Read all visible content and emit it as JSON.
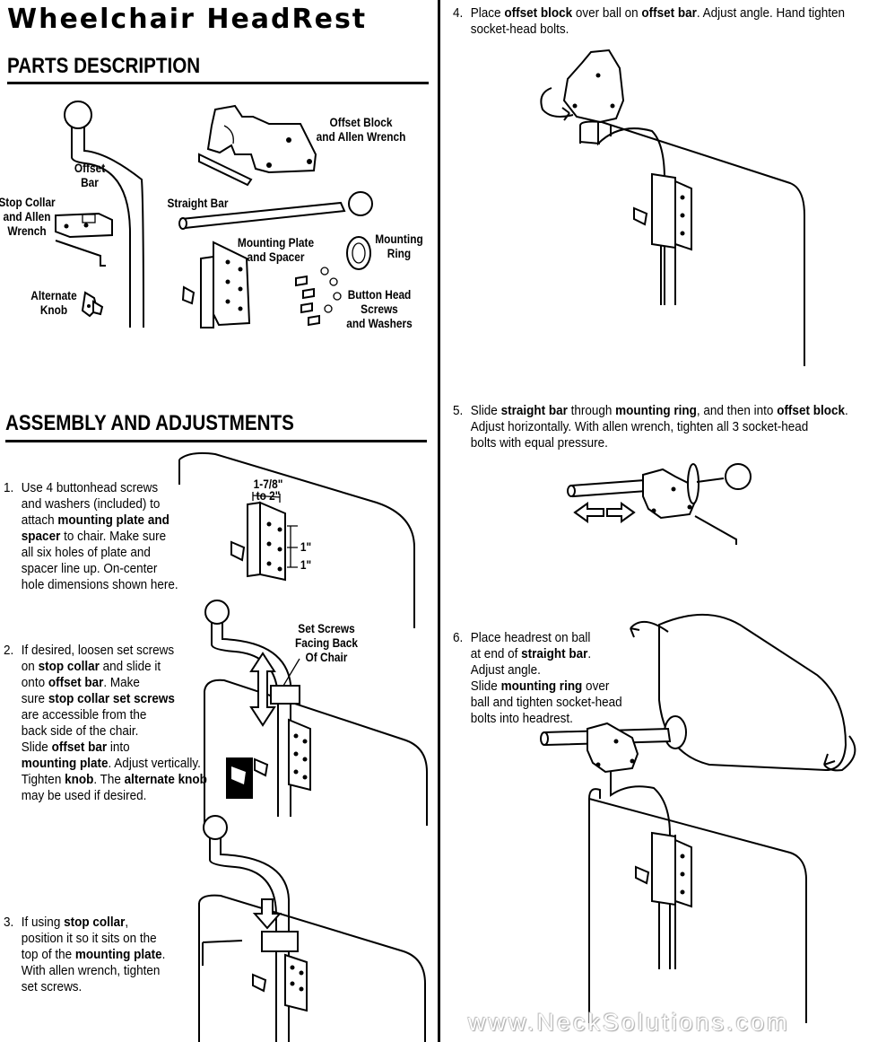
{
  "title": "Wheelchair HeadRest",
  "parts_heading": "PARTS DESCRIPTION",
  "assembly_heading": "ASSEMBLY AND ADJUSTMENTS",
  "parts": {
    "offset_bar": [
      "Offset",
      "Bar"
    ],
    "stop_collar": [
      "Stop Collar",
      "and Allen",
      "Wrench"
    ],
    "alternate_knob": [
      "Alternate",
      "Knob"
    ],
    "offset_block": [
      "Offset Block",
      "and Allen Wrench"
    ],
    "straight_bar": [
      "Straight Bar"
    ],
    "mounting_plate": [
      "Mounting Plate",
      "and Spacer"
    ],
    "mounting_ring": [
      "Mounting",
      "Ring"
    ],
    "button_head": [
      "Button Head",
      "Screws",
      "and Washers"
    ]
  },
  "dims": {
    "width": "1-7/8\"",
    "width2": "to 2\"",
    "h1": "1\"",
    "h2": "1\""
  },
  "set_screws_label": [
    "Set Screws",
    "Facing Back",
    "Of Chair"
  ],
  "steps": [
    {
      "num": "1.",
      "lines": [
        [
          {
            "t": "Use 4 buttonhead screws"
          }
        ],
        [
          {
            "t": "and washers (included) to"
          }
        ],
        [
          {
            "t": "attach "
          },
          {
            "t": "mounting plate and",
            "b": true
          }
        ],
        [
          {
            "t": "spacer",
            "b": true
          },
          {
            "t": " to chair. Make sure"
          }
        ],
        [
          {
            "t": "all six holes of plate and"
          }
        ],
        [
          {
            "t": "spacer line up. On-center"
          }
        ],
        [
          {
            "t": "hole dimensions shown here."
          }
        ]
      ]
    },
    {
      "num": "2.",
      "lines": [
        [
          {
            "t": "If desired, loosen set screws"
          }
        ],
        [
          {
            "t": "on "
          },
          {
            "t": "stop collar",
            "b": true
          },
          {
            "t": " and slide it"
          }
        ],
        [
          {
            "t": "onto "
          },
          {
            "t": "offset bar",
            "b": true
          },
          {
            "t": ". Make"
          }
        ],
        [
          {
            "t": "sure "
          },
          {
            "t": "stop collar set screws",
            "b": true
          }
        ],
        [
          {
            "t": "are accessible from the"
          }
        ],
        [
          {
            "t": "back side of the chair."
          }
        ],
        [
          {
            "t": "Slide "
          },
          {
            "t": "offset bar",
            "b": true
          },
          {
            "t": " into"
          }
        ],
        [
          {
            "t": "mounting plate",
            "b": true
          },
          {
            "t": ". Adjust vertically."
          }
        ],
        [
          {
            "t": "Tighten "
          },
          {
            "t": "knob",
            "b": true
          },
          {
            "t": ". The "
          },
          {
            "t": "alternate knob",
            "b": true
          }
        ],
        [
          {
            "t": "may be used if desired."
          }
        ]
      ]
    },
    {
      "num": "3.",
      "lines": [
        [
          {
            "t": "If using "
          },
          {
            "t": "stop collar",
            "b": true
          },
          {
            "t": ","
          }
        ],
        [
          {
            "t": "position it so it sits on the"
          }
        ],
        [
          {
            "t": "top of the "
          },
          {
            "t": "mounting plate",
            "b": true
          },
          {
            "t": "."
          }
        ],
        [
          {
            "t": "With allen wrench, tighten"
          }
        ],
        [
          {
            "t": "set screws."
          }
        ]
      ]
    },
    {
      "num": "4.",
      "lines": [
        [
          {
            "t": "Place "
          },
          {
            "t": "offset block",
            "b": true
          },
          {
            "t": " over ball on "
          },
          {
            "t": "offset bar",
            "b": true
          },
          {
            "t": ". Adjust angle. Hand tighten"
          }
        ],
        [
          {
            "t": "socket-head bolts."
          }
        ]
      ]
    },
    {
      "num": "5.",
      "lines": [
        [
          {
            "t": "Slide "
          },
          {
            "t": "straight bar",
            "b": true
          },
          {
            "t": " through "
          },
          {
            "t": "mounting ring",
            "b": true
          },
          {
            "t": ", and then into "
          },
          {
            "t": "offset block",
            "b": true
          },
          {
            "t": "."
          }
        ],
        [
          {
            "t": "Adjust horizontally. With allen wrench, tighten all 3 socket-head"
          }
        ],
        [
          {
            "t": "bolts with equal pressure."
          }
        ]
      ]
    },
    {
      "num": "6.",
      "lines": [
        [
          {
            "t": "Place headrest on ball"
          }
        ],
        [
          {
            "t": "at end of "
          },
          {
            "t": "straight bar",
            "b": true
          },
          {
            "t": "."
          }
        ],
        [
          {
            "t": "Adjust angle."
          }
        ],
        [
          {
            "t": "Slide "
          },
          {
            "t": "mounting ring",
            "b": true
          },
          {
            "t": " over"
          }
        ],
        [
          {
            "t": "ball and tighten socket-head"
          }
        ],
        [
          {
            "t": "bolts into headrest."
          }
        ]
      ]
    }
  ],
  "watermark": "www.NeckSolutions.com"
}
